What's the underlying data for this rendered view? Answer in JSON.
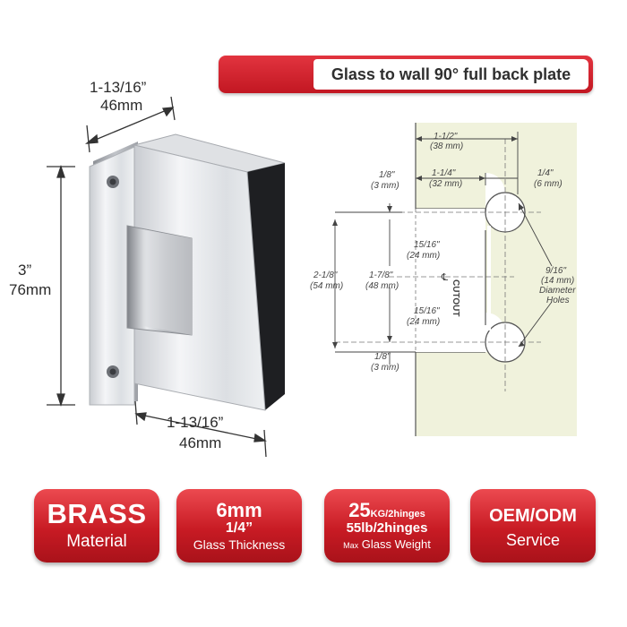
{
  "title": "Glass to wall 90° full back plate",
  "product_drawing": {
    "width_top_inch": "1-13/16”",
    "width_top_mm": "46mm",
    "height_inch": "3”",
    "height_mm": "76mm",
    "width_bottom_inch": "1-13/16”",
    "width_bottom_mm": "46mm"
  },
  "tech_drawing": {
    "total_width_inch": "1-1/2\"",
    "total_width_mm": "(38 mm)",
    "inner_width_inch": "1-1/4\"",
    "inner_width_mm": "(32 mm)",
    "edge_width_inch": "1/4\"",
    "edge_width_mm": "(6 mm)",
    "top_gap_inch": "1/8\"",
    "top_gap_mm": "(3 mm)",
    "overall_height_inch": "2-1/8\"",
    "overall_height_mm": "(54 mm)",
    "hole_spacing_inch": "1-7/8\"",
    "hole_spacing_mm": "(48 mm)",
    "half_upper_inch": "15/16\"",
    "half_upper_mm": "(24 mm)",
    "half_lower_inch": "15/16\"",
    "half_lower_mm": "(24 mm)",
    "bottom_gap_inch": "1/8\"",
    "bottom_gap_mm": "(3 mm)",
    "hole_dia_inch": "9/16\"",
    "hole_dia_mm": "(14 mm)",
    "hole_dia_label1": "Diameter",
    "hole_dia_label2": "Holes",
    "centerline_symbol": "℄",
    "cutout_label": "CUTOUT"
  },
  "badges": {
    "brass": {
      "big": "BRASS",
      "sub": "Material"
    },
    "thickness": {
      "big": "6mm",
      "mid": "1/4”",
      "sub": "Glass Thickness"
    },
    "weight": {
      "big": "25",
      "big_unit": "KG/2hinges",
      "mid": "55lb/2hinges",
      "sub_prefix": "Max",
      "sub": "Glass Weight"
    },
    "oem": {
      "big": "OEM/ODM",
      "sub": "Service"
    }
  },
  "colors": {
    "accent_red": "#c81b24",
    "cutout_fill": "#f0f2dc",
    "dim_line": "#333333"
  }
}
